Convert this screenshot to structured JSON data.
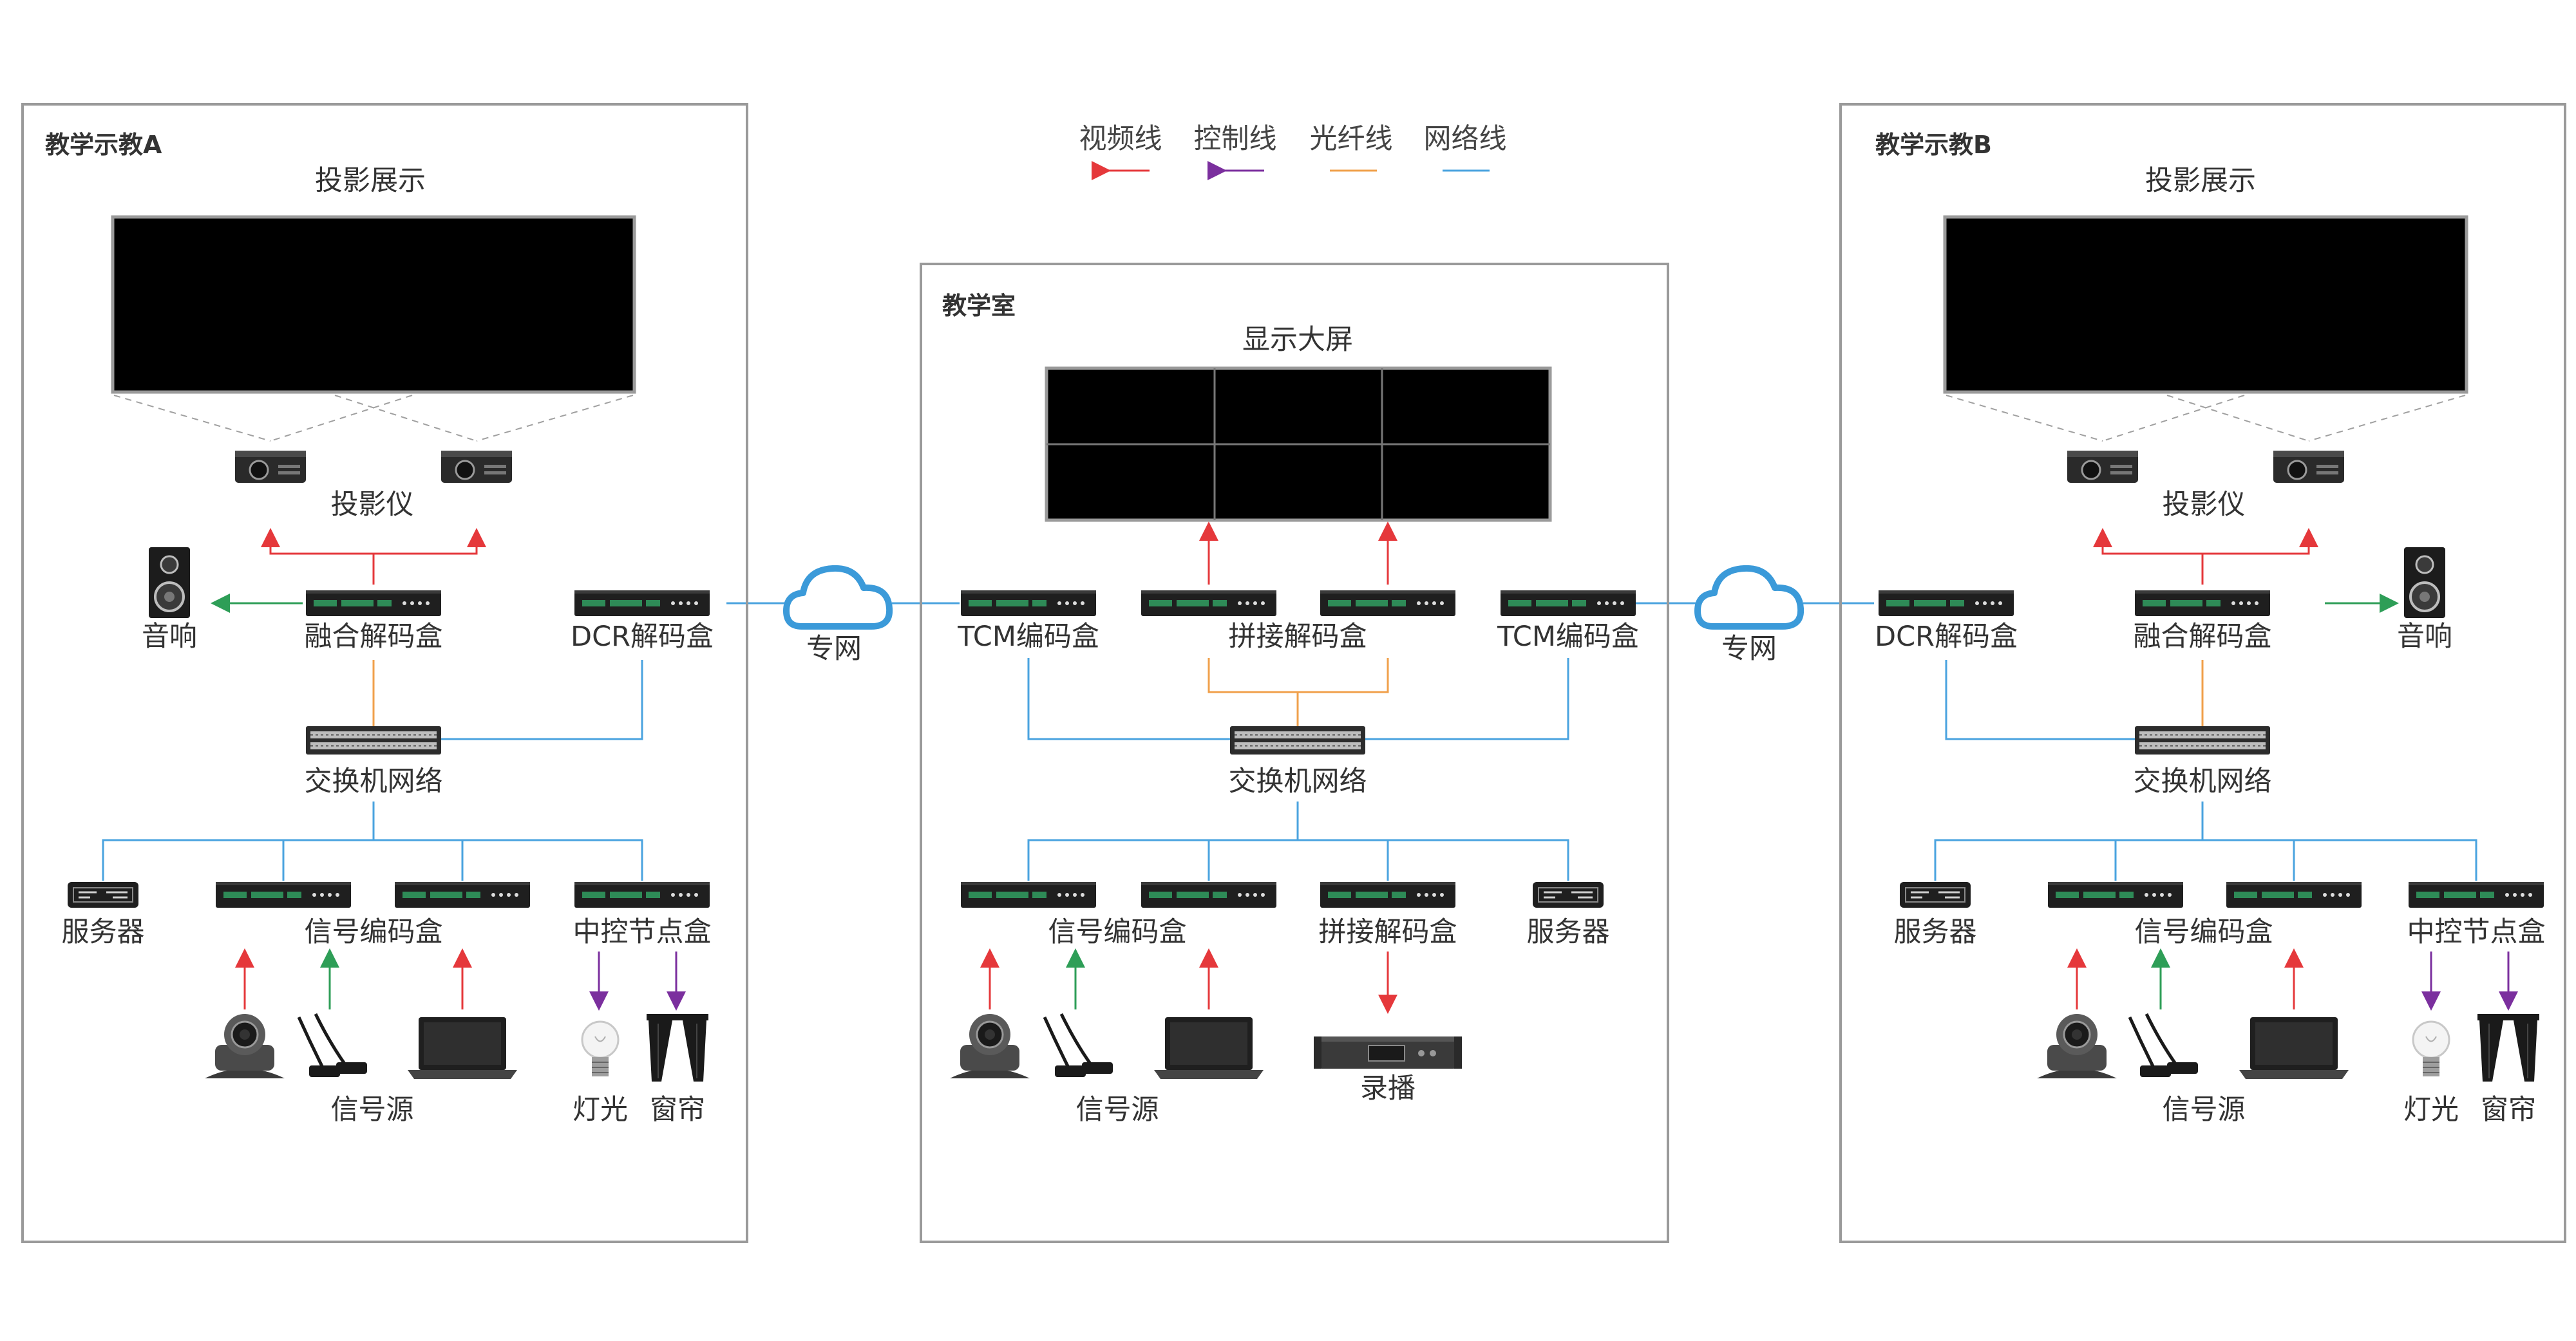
{
  "legend": {
    "video": "视频线",
    "control": "控制线",
    "fiber": "光纤线",
    "network": "网络线"
  },
  "colors": {
    "video": "#e5383b",
    "control": "#7b2f9e",
    "fiber": "#f0a04b",
    "network": "#4aa3df",
    "audio": "#2e9e57",
    "border": "#9a9a9a"
  },
  "cloud": {
    "label": "专网"
  },
  "room_a": {
    "title": "教学示教A",
    "screen_label": "投影展示",
    "projector_label": "投影仪",
    "speaker_label": "音响",
    "fusion_decoder_label": "融合解码盒",
    "dcr_decoder_label": "DCR解码盒",
    "switch_label": "交换机网络",
    "server_label": "服务器",
    "encoder_label": "信号编码盒",
    "control_node_label": "中控节点盒",
    "source_label": "信号源",
    "light_label": "灯光",
    "curtain_label": "窗帘"
  },
  "room_main": {
    "title": "教学室",
    "screen_label": "显示大屏",
    "tcm_left_label": "TCM编码盒",
    "splice_decoder_label": "拼接解码盒",
    "tcm_right_label": "TCM编码盒",
    "switch_label": "交换机网络",
    "encoder_label": "信号编码盒",
    "splice_decoder_bottom_label": "拼接解码盒",
    "server_label": "服务器",
    "source_label": "信号源",
    "recorder_label": "录播"
  },
  "room_b": {
    "title": "教学示教B",
    "screen_label": "投影展示",
    "projector_label": "投影仪",
    "speaker_label": "音响",
    "fusion_decoder_label": "融合解码盒",
    "dcr_decoder_label": "DCR解码盒",
    "switch_label": "交换机网络",
    "server_label": "服务器",
    "encoder_label": "信号编码盒",
    "control_node_label": "中控节点盒",
    "source_label": "信号源",
    "light_label": "灯光",
    "curtain_label": "窗帘"
  }
}
